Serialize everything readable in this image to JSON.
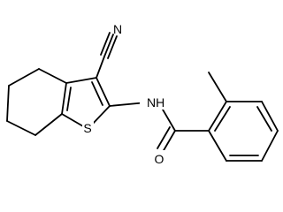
{
  "molecule": {
    "atom_labels": {
      "nitrile_n": "N",
      "amide_nh": "NH",
      "thiophene_s": "S",
      "carbonyl_o": "O"
    },
    "bonds": [
      {
        "name": "nitrile-triple-bond",
        "order": 3
      },
      {
        "name": "nitrile-carbon-to-ring-bond",
        "order": 1
      },
      {
        "name": "thiophene-c3-c3a-bond",
        "order": 1
      },
      {
        "name": "thiophene-c3-c2-double-bond",
        "order": 2
      },
      {
        "name": "thiophene-c2-s-bond",
        "order": 1
      },
      {
        "name": "thiophene-s-c7a-bond",
        "order": 1
      },
      {
        "name": "thiophene-c7a-c3a-double-bond",
        "order": 2
      },
      {
        "name": "cyclohexene-c3a-c4-bond",
        "order": 1
      },
      {
        "name": "cyclohexene-c4-c5-bond",
        "order": 1
      },
      {
        "name": "cyclohexene-c5-c6-bond",
        "order": 1
      },
      {
        "name": "cyclohexene-c6-c7-bond",
        "order": 1
      },
      {
        "name": "cyclohexene-c7-c7a-bond",
        "order": 1
      },
      {
        "name": "c2-to-nh-bond",
        "order": 1
      },
      {
        "name": "nh-to-carbonyl-bond",
        "order": 1
      },
      {
        "name": "carbonyl-double-bond",
        "order": 2
      },
      {
        "name": "carbonyl-to-benzene-bond",
        "order": 1
      },
      {
        "name": "benzene-c1-c2-double-bond",
        "order": 2
      },
      {
        "name": "benzene-c2-c3-bond",
        "order": 1
      },
      {
        "name": "benzene-c3-c4-double-bond",
        "order": 2
      },
      {
        "name": "benzene-c4-c5-bond",
        "order": 1
      },
      {
        "name": "benzene-c5-c6-double-bond",
        "order": 2
      },
      {
        "name": "benzene-c6-c1-bond",
        "order": 1
      },
      {
        "name": "methyl-bond",
        "order": 1
      }
    ]
  }
}
